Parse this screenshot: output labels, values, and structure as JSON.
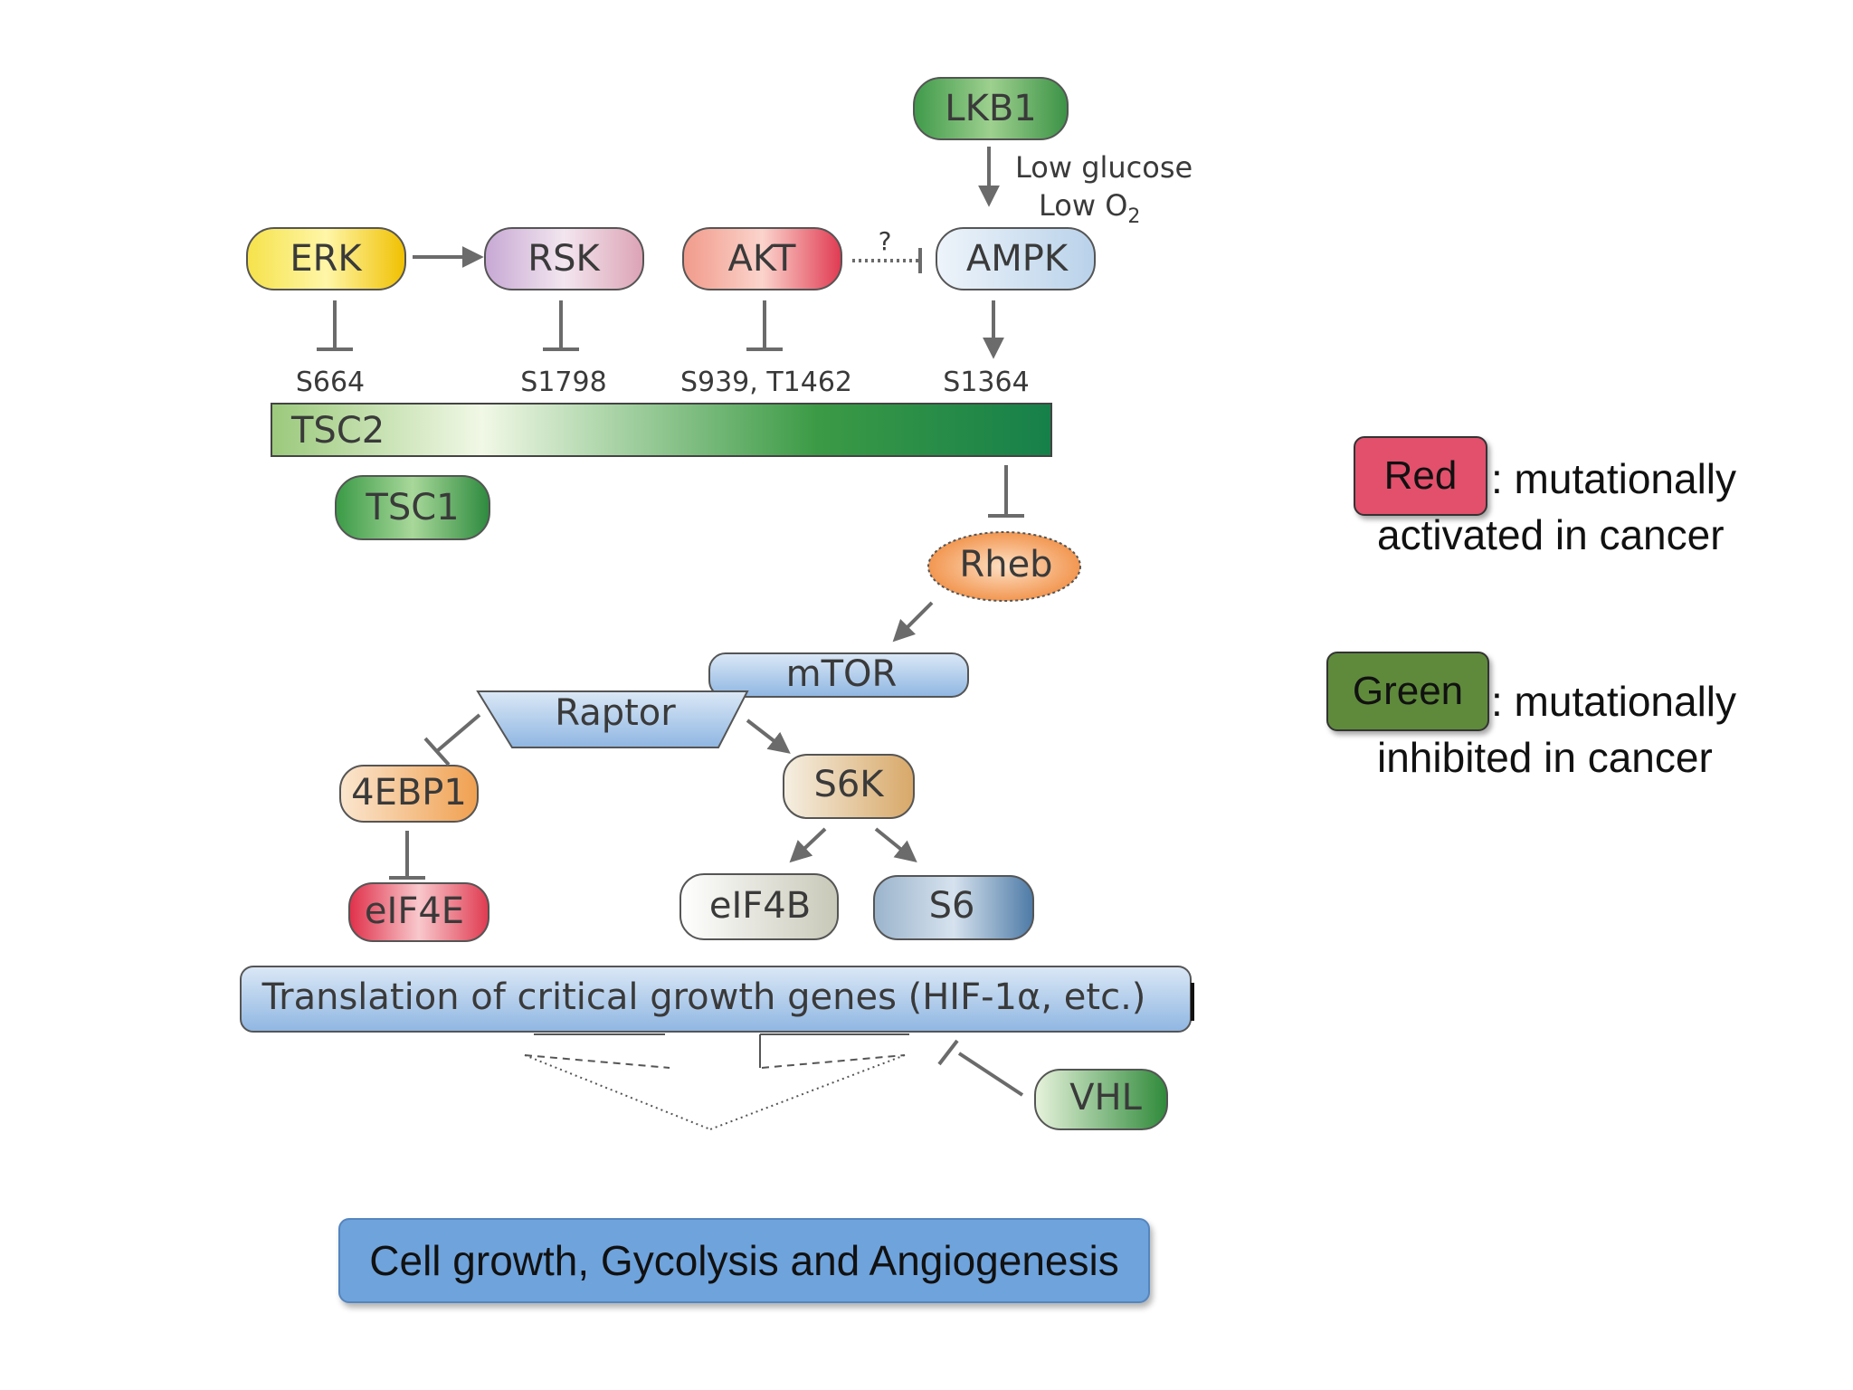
{
  "pathway": {
    "nodes": {
      "lkb1": "LKB1",
      "erk": "ERK",
      "rsk": "RSK",
      "akt": "AKT",
      "ampk": "AMPK",
      "tsc2": "TSC2",
      "tsc1": "TSC1",
      "rheb": "Rheb",
      "mtor": "mTOR",
      "raptor": "Raptor",
      "ebp1": "4EBP1",
      "s6k": "S6K",
      "eif4e": "eIF4E",
      "eif4b": "eIF4B",
      "s6": "S6",
      "vhl": "VHL",
      "translation": "Translation of critical growth genes (HIF-1α, etc.)"
    },
    "sites": {
      "s664": "S664",
      "s1798": "S1798",
      "s939": "S939, T1462",
      "s1364": "S1364"
    },
    "stress_line1": "Low glucose",
    "stress_line2": "Low O",
    "stress_subscript": "2",
    "unknown_mark": "?"
  },
  "legend": {
    "red_label": "Red",
    "red_desc_line1": ": mutationally",
    "red_desc_line2": "activated in cancer",
    "green_label": "Green",
    "green_desc_line1": ": mutationally",
    "green_desc_line2": "inhibited in cancer",
    "red_color": "#e2506c",
    "green_color": "#5f8a3c"
  },
  "outcome": "Cell growth, Gycolysis and Angiogenesis"
}
